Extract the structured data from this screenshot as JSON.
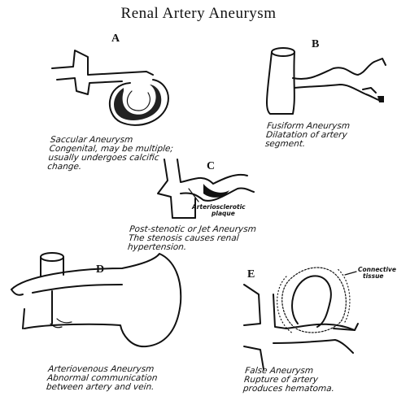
{
  "title": "Renal Artery Aneurysm",
  "panels": [
    {
      "letter": "A",
      "caption": [
        "Saccular Aneurysm",
        "Congenital, may be multiple;",
        "usually undergoes calcific",
        "change."
      ]
    },
    {
      "letter": "B",
      "caption": [
        "Fusiform Aneurysm",
        "Dilatation of artery",
        "segment."
      ]
    },
    {
      "letter": "C",
      "label": [
        "Arteriosclerotic",
        "plaque"
      ],
      "caption": [
        "Post-stenotic or Jet Aneurysm",
        "The stenosis causes renal",
        "hypertension."
      ]
    },
    {
      "letter": "D",
      "caption": [
        "Arteriovenous Aneurysm",
        "Abnormal communication",
        "between artery and vein."
      ]
    },
    {
      "letter": "E",
      "label": [
        "Connective",
        "tissue"
      ],
      "caption": [
        "False Aneurysm",
        "Rupture of artery",
        "produces hematoma."
      ]
    }
  ]
}
